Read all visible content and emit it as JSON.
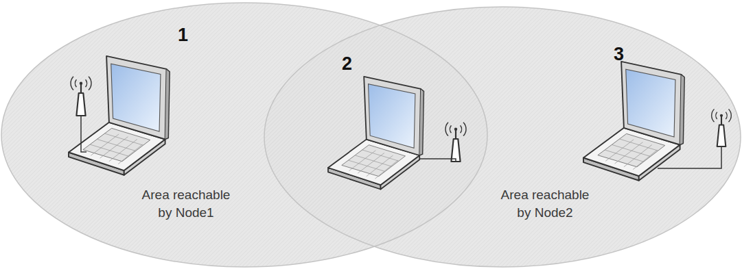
{
  "diagram": {
    "nodes": [
      {
        "text": [
          "Area reachable by Node1"
        ]
      },
      {
        "text": [
          "Area reachable by Node2"
        ]
      }
    ],
    "labels": [
      "1",
      "2",
      "3"
    ]
  }
}
